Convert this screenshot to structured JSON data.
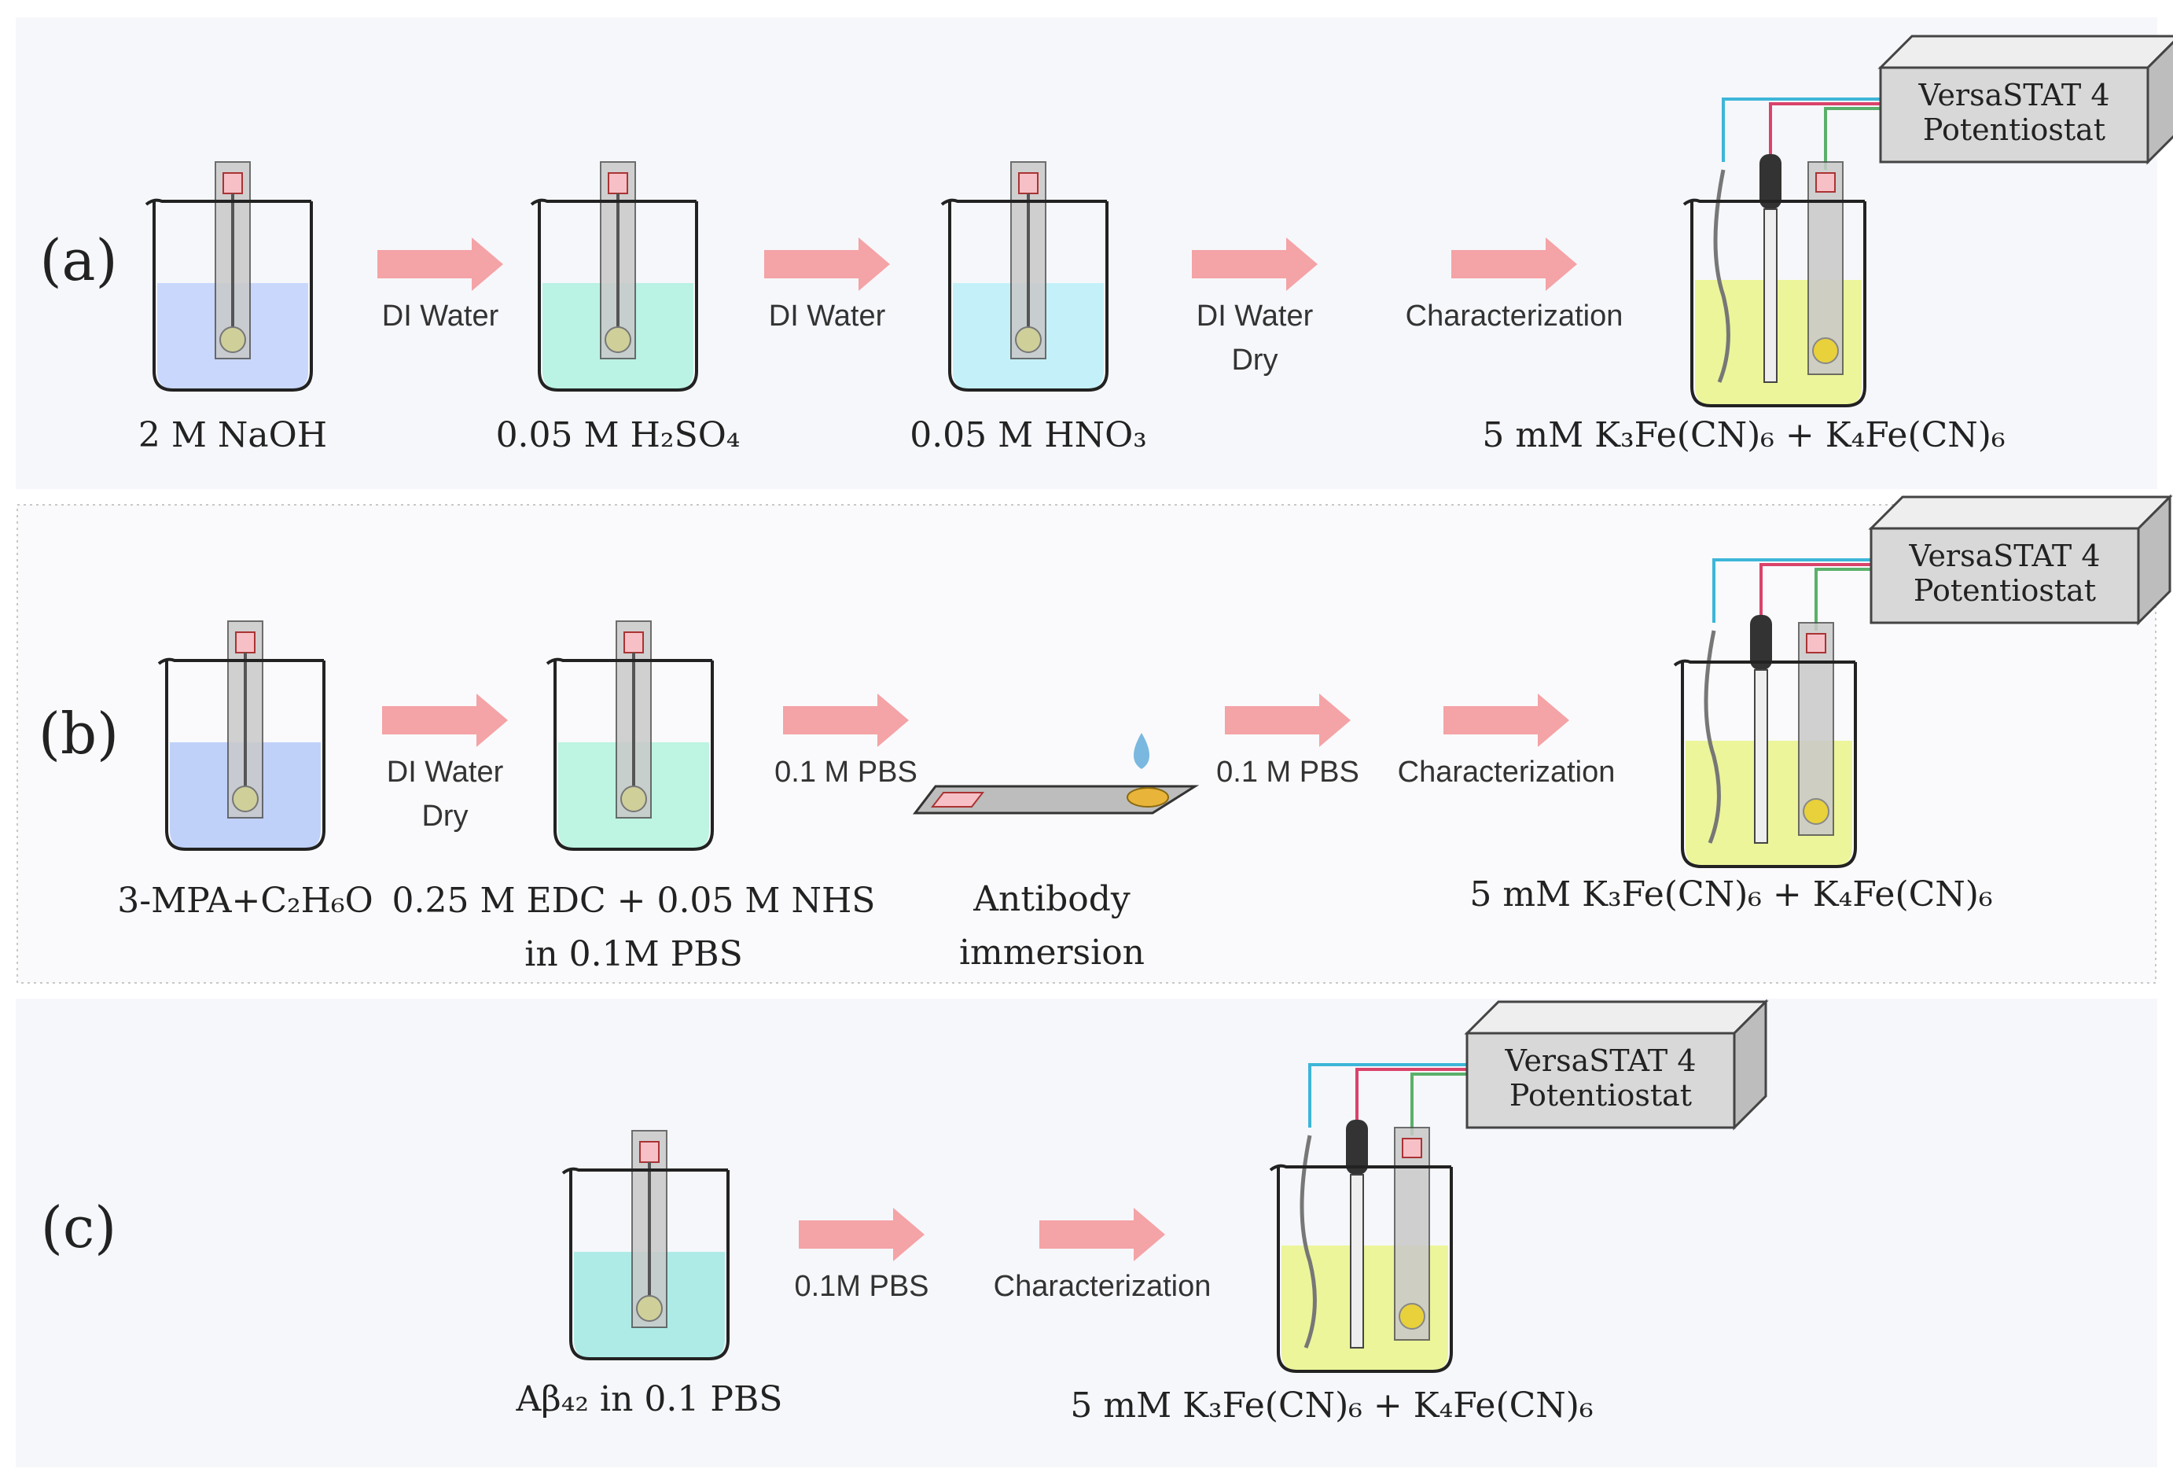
{
  "panels": [
    {
      "id": "a",
      "label": "(a)",
      "steps": [
        {
          "caption": [
            "2 M NaOH"
          ]
        },
        {
          "caption": [
            "0.05 M H₂SO₄"
          ]
        },
        {
          "caption": [
            "0.05 M HNO₃"
          ]
        },
        {
          "caption": [
            "5 mM K₃Fe(CN)₆ + K₄Fe(CN)₆"
          ]
        }
      ],
      "arrows": [
        {
          "label": [
            "DI Water"
          ]
        },
        {
          "label": [
            "DI Water"
          ]
        },
        {
          "label": [
            "DI Water",
            "Dry"
          ]
        },
        {
          "label": [
            "Characterization"
          ]
        }
      ],
      "device": [
        "VersaSTAT 4",
        "Potentiostat"
      ]
    },
    {
      "id": "b",
      "label": "(b)",
      "steps": [
        {
          "caption": [
            "3-MPA+C₂H₆O"
          ]
        },
        {
          "caption": [
            "0.25 M EDC + 0.05 M NHS",
            "in 0.1M PBS"
          ]
        },
        {
          "caption": [
            "Antibody",
            "immersion"
          ]
        },
        {
          "caption": [
            "5 mM K₃Fe(CN)₆ + K₄Fe(CN)₆"
          ]
        }
      ],
      "arrows": [
        {
          "label": [
            "DI Water",
            "Dry"
          ]
        },
        {
          "label": [
            "0.1 M PBS"
          ]
        },
        {
          "label": [
            "0.1 M PBS"
          ]
        },
        {
          "label": [
            "Characterization"
          ]
        }
      ],
      "device": [
        "VersaSTAT 4",
        "Potentiostat"
      ]
    },
    {
      "id": "c",
      "label": "(c)",
      "steps": [
        {
          "caption": [
            "Aβ₄₂ in 0.1 PBS"
          ]
        },
        {
          "caption": [
            "5 mM K₃Fe(CN)₆ + K₄Fe(CN)₆"
          ]
        }
      ],
      "arrows": [
        {
          "label": [
            "0.1M PBS"
          ]
        },
        {
          "label": [
            "Characterization"
          ]
        }
      ],
      "device": [
        "VersaSTAT 4",
        "Potentiostat"
      ]
    }
  ],
  "colors": {
    "panel_bg": "#f6f7fb",
    "arrow": "#f4a3a6",
    "naoh": "#c3d3fb",
    "h2so4": "#b4f1e1",
    "hno3": "#bff0f8",
    "ferri": "#ecf59a",
    "mpa": "#b9ccf8",
    "edc": "#b6f3df",
    "abeta": "#a6e9e4",
    "electrode": "#c9c9c9",
    "electrode_pad": "#f7c0c6",
    "disk": "#cfcf9a",
    "wire_blue": "#3db6d8",
    "wire_red": "#d9436a",
    "wire_green": "#5ab06a",
    "device": "#d8d8d8"
  }
}
